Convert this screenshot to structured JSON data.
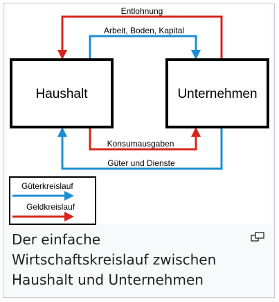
{
  "diagram": {
    "nodes": {
      "household": "Haushalt",
      "company": "Unternehmen"
    },
    "flows": {
      "wages": "Entlohnung",
      "factors": "Arbeit, Boden, Kapital",
      "consumption": "Konsumausgaben",
      "goods": "Güter und Dienste"
    },
    "legend": {
      "goods_cycle": "Güterkreislauf",
      "money_cycle": "Geldkreislauf"
    },
    "colors": {
      "goods": "#1a8fd6",
      "money": "#d9241c"
    }
  },
  "caption": {
    "text": "Der einfache Wirtschaftskreislauf zwischen Haushalt und Unternehmen"
  },
  "icons": {
    "enlarge": "enlarge-icon"
  }
}
